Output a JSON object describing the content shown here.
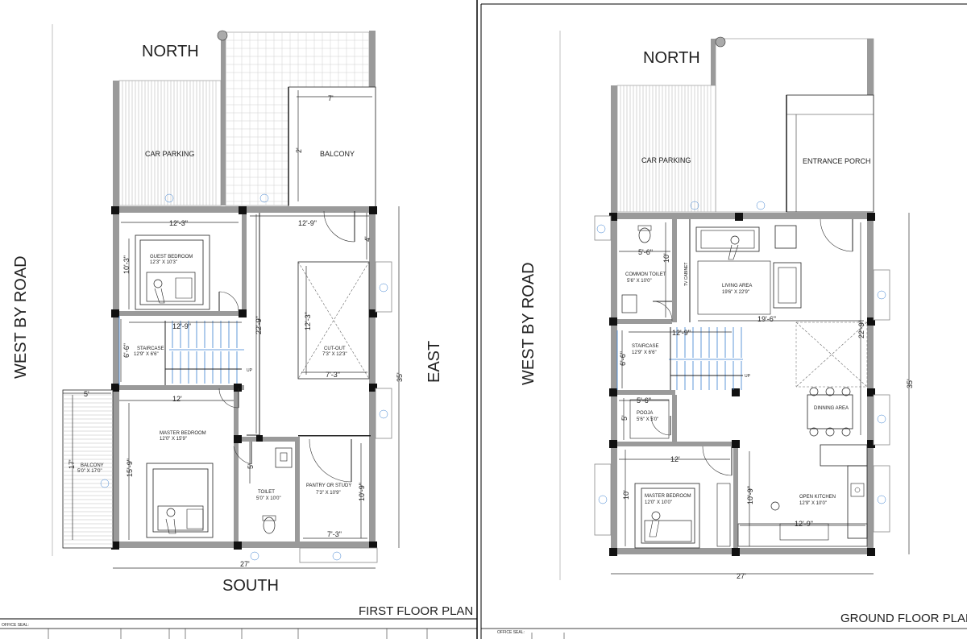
{
  "first_floor": {
    "north": "NORTH",
    "south": "SOUTH",
    "east": "EAST",
    "west": "WEST BY ROAD",
    "title": "FIRST FLOOR PLAN",
    "office_seal": "OFFICE SEAL:",
    "rooms": {
      "car_parking": "CAR PARKING",
      "balcony_top": "BALCONY",
      "guest_bedroom": "GUEST BEDROOM",
      "guest_bedroom_size": "12'3\" X 10'3\"",
      "staircase": "STAIRCASE",
      "staircase_size": "12'9\" X 6'6\"",
      "cutout": "CUT-OUT",
      "cutout_size": "7'3\" X 12'3\"",
      "master_bedroom": "MASTER BEDROOM",
      "master_bedroom_size": "12'0\" X 15'9\"",
      "balcony_side": "BALCONY",
      "balcony_side_size": "5'0\" X 17'0\"",
      "toilet": "TOILET",
      "toilet_size": "5'0\" X 10'0\"",
      "pantry": "PANTRY OR STUDY",
      "pantry_size": "7'3\" X 10'9\"",
      "up": "UP"
    },
    "dims": {
      "d_7": "7'",
      "d_2": "2'",
      "d_12_3": "12'-3\"",
      "d_12_9": "12'-9\"",
      "d_10_3": "10'-3\"",
      "d_22_9": "22'-9\"",
      "d_12_9b": "12'-9\"",
      "d_6_6": "6'-6\"",
      "d_12_3b": "12'-3\"",
      "d_7_3": "7'-3\"",
      "d_5": "5'",
      "d_12": "12'",
      "d_17": "17'",
      "d_15_9": "15'-9\"",
      "d_5b": "5'",
      "d_10_9": "10'-9\"",
      "d_7_3b": "7'-3\"",
      "d_27": "27'",
      "d_35": "35'",
      "d_4": "4'"
    }
  },
  "ground_floor": {
    "north": "NORTH",
    "west": "WEST BY ROAD",
    "title": "GROUND FLOOR PLAN",
    "office_seal": "OFFICE SEAL:",
    "rooms": {
      "car_parking": "CAR PARKING",
      "entrance_porch": "ENTRANCE PORCH",
      "common_toilet": "COMMON TOILET",
      "common_toilet_size": "5'6\" X 10'0\"",
      "tv_cabinet": "TV CABINET",
      "living_area": "LIVING AREA",
      "living_area_size": "19'6\" X 22'9\"",
      "staircase": "STAIRCASE",
      "staircase_size": "12'9\" X 6'6\"",
      "pooja": "POOJA",
      "pooja_size": "5'6\" X 5'0\"",
      "dinning_area": "DINNING AREA",
      "master_bedroom": "MASTER BEDROOM",
      "master_bedroom_size": "12'0\" X 10'0\"",
      "open_kitchen": "OPEN KITCHEN",
      "open_kitchen_size": "12'9\" X 10'0\"",
      "up": "UP"
    },
    "dims": {
      "d_5_6": "5'-6\"",
      "d_10": "10'",
      "d_19_6": "19'-6\"",
      "d_12_9": "12'-9\"",
      "d_22_9": "22'-9\"",
      "d_6_6": "6'-6\"",
      "d_5_6b": "5'-6\"",
      "d_5": "5'",
      "d_12": "12'",
      "d_10b": "10'",
      "d_10_9": "10'-9\"",
      "d_12_9b": "12'-9\"",
      "d_27": "27'",
      "d_35": "35'"
    }
  },
  "colors": {
    "wall": "#9a9a9a",
    "column": "#111111",
    "stair_blue": "#3a7fd0",
    "line": "#222222"
  }
}
